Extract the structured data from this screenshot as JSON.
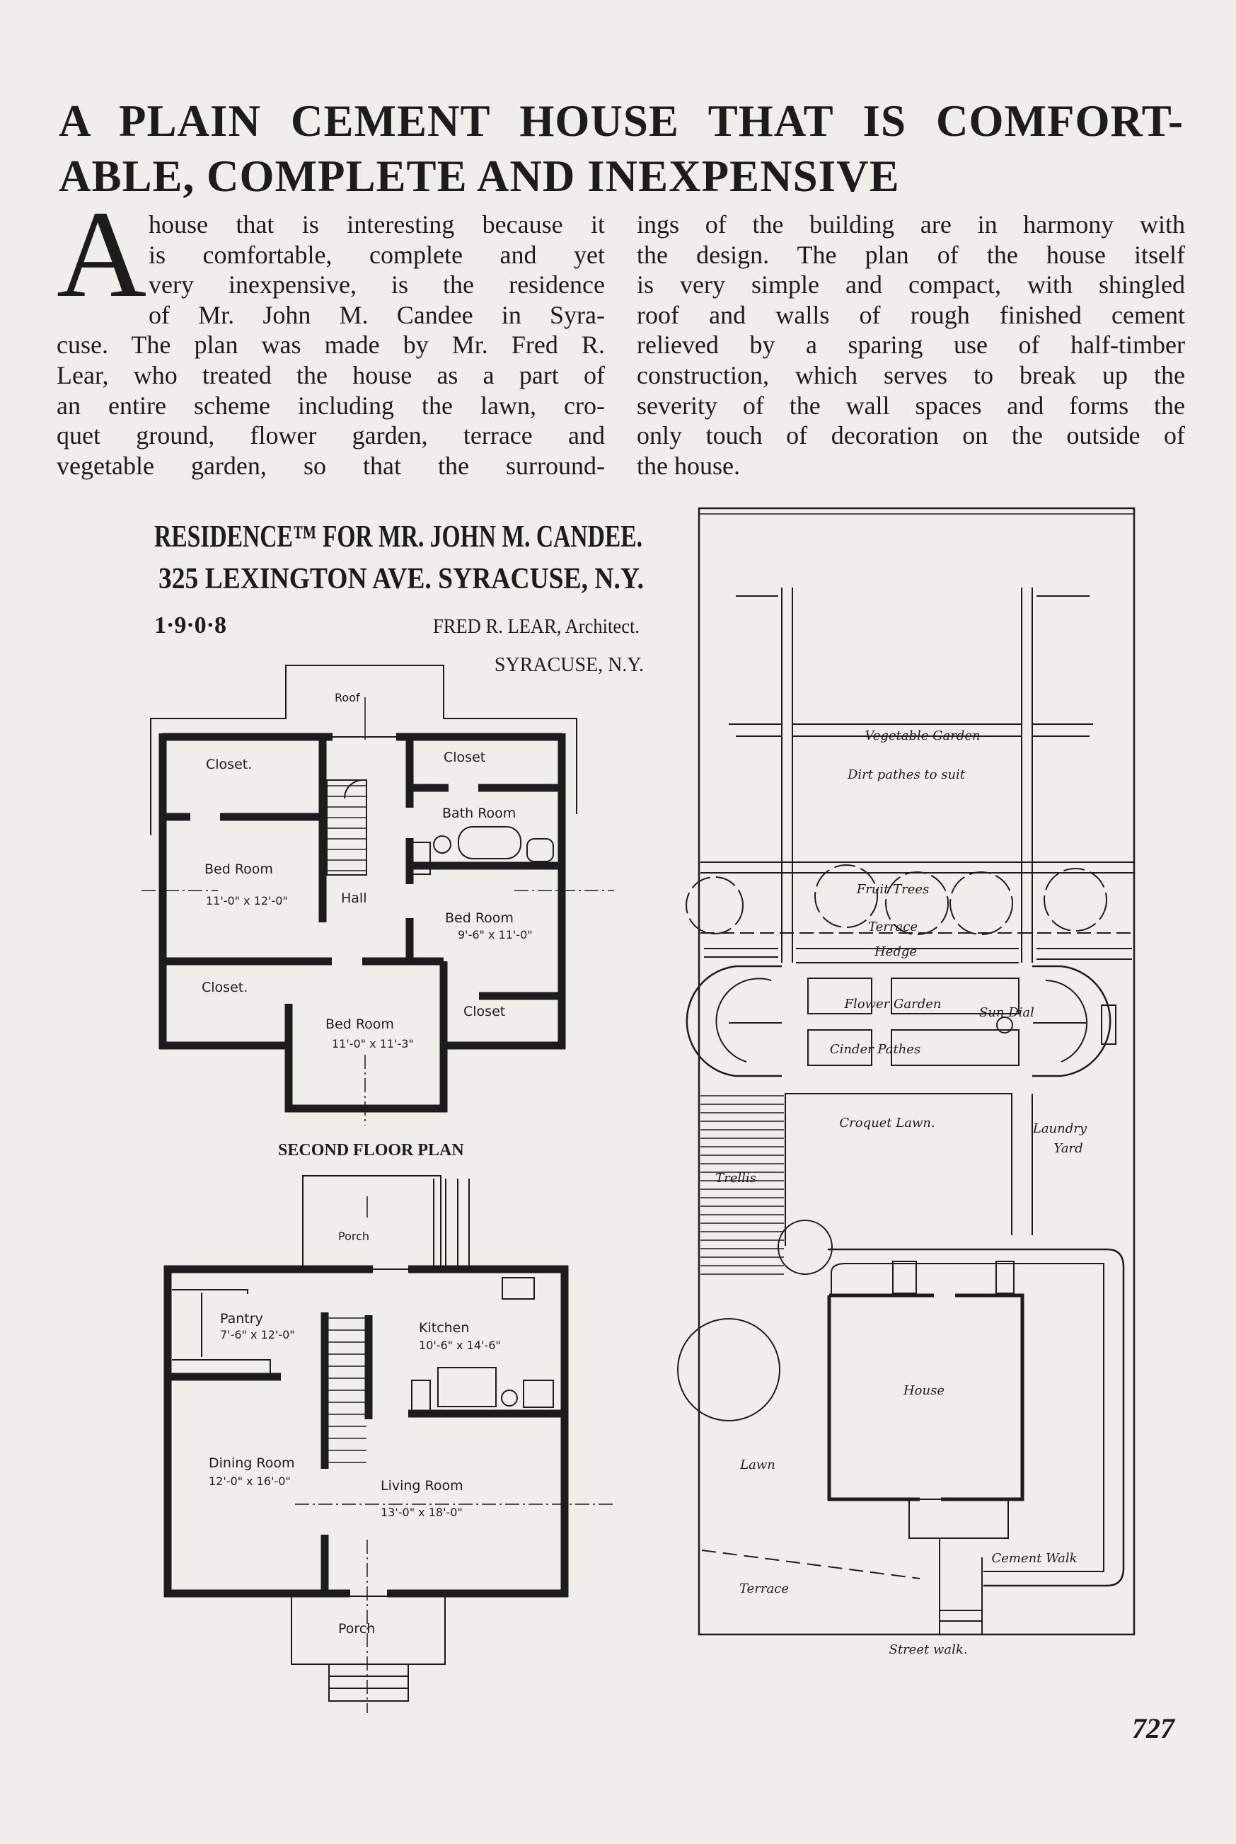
{
  "article": {
    "title_lines": [
      "A PLAIN CEMENT HOUSE THAT IS COMFORT-",
      "ABLE, COMPLETE AND INEXPENSIVE"
    ],
    "drop_cap": "A",
    "left_column": [
      "house that is interesting because it",
      "is comfortable, complete and yet",
      "very inexpensive, is the residence",
      "of Mr. John M. Candee in Syra-",
      "cuse.  The plan was made by Mr. Fred R.",
      "Lear, who treated the house as a part of",
      "an entire scheme including the lawn, cro-",
      "quet ground, flower garden, terrace and",
      "vegetable garden, so that the surround-"
    ],
    "right_column": [
      "ings of the building are in harmony with",
      "the design.  The plan of the house itself",
      "is very simple and compact, with shingled",
      "roof and walls of rough finished cement",
      "relieved by a sparing use of half-timber",
      "construction, which serves to break up the",
      "severity of the wall spaces and forms the",
      "only touch of decoration on the outside of",
      "the house."
    ]
  },
  "drawing_header": {
    "line1": "RESIDENCE™ FOR MR. JOHN M. CANDEE.",
    "line2": "325 LEXINGTON AVE. SYRACUSE, N.Y.",
    "year": "1·9·0·8",
    "architect": "FRED R. LEAR, Architect.",
    "architect_city": "SYRACUSE, N.Y."
  },
  "second_floor": {
    "caption": "SECOND FLOOR PLAN",
    "roof": "Roof",
    "closet_top_left": "Closet.",
    "closet_top_right": "Closet",
    "bath_room": "Bath Room",
    "bed_room_left": "Bed Room",
    "bed_room_left_dims": "11'-0\" x 12'-0\"",
    "hall": "Hall",
    "bed_room_right": "Bed Room",
    "bed_room_right_dims": "9'-6\" x 11'-0\"",
    "closet_bottom_left": "Closet.",
    "closet_bottom_right": "Closet",
    "bed_room_bottom": "Bed Room",
    "bed_room_bottom_dims": "11'-0\" x 11'-3\""
  },
  "first_floor": {
    "porch_rear": "Porch",
    "pantry": "Pantry",
    "pantry_dims": "7'-6\" x 12'-0\"",
    "kitchen": "Kitchen",
    "kitchen_dims": "10'-6\" x 14'-6\"",
    "dining_room": "Dining Room",
    "dining_room_dims": "12'-0\" x 16'-0\"",
    "living_room": "Living Room",
    "living_room_dims": "13'-0\" x 18'-0\"",
    "porch_front": "Porch"
  },
  "site_plan": {
    "vegetable_garden": "Vegetable Garden",
    "dirt_paths": "Dirt pathes to suit",
    "fruit_trees": "Fruit Trees",
    "terrace_upper": "Terrace",
    "hedge": "Hedge",
    "flower_garden": "Flower Garden",
    "sun_dial": "Sun Dial",
    "cinder_paths": "Cinder Pathes",
    "croquet_lawn": "Croquet Lawn.",
    "laundry": "Laundry",
    "yard": "Yard",
    "trellis": "Trellis",
    "house": "House",
    "lawn": "Lawn",
    "cement_walk": "Cement Walk",
    "terrace_lower": "Terrace",
    "street_walk": "Street walk."
  },
  "page_number": "727",
  "colors": {
    "paper": "#efeeea",
    "ink": "#1c1c1c"
  }
}
